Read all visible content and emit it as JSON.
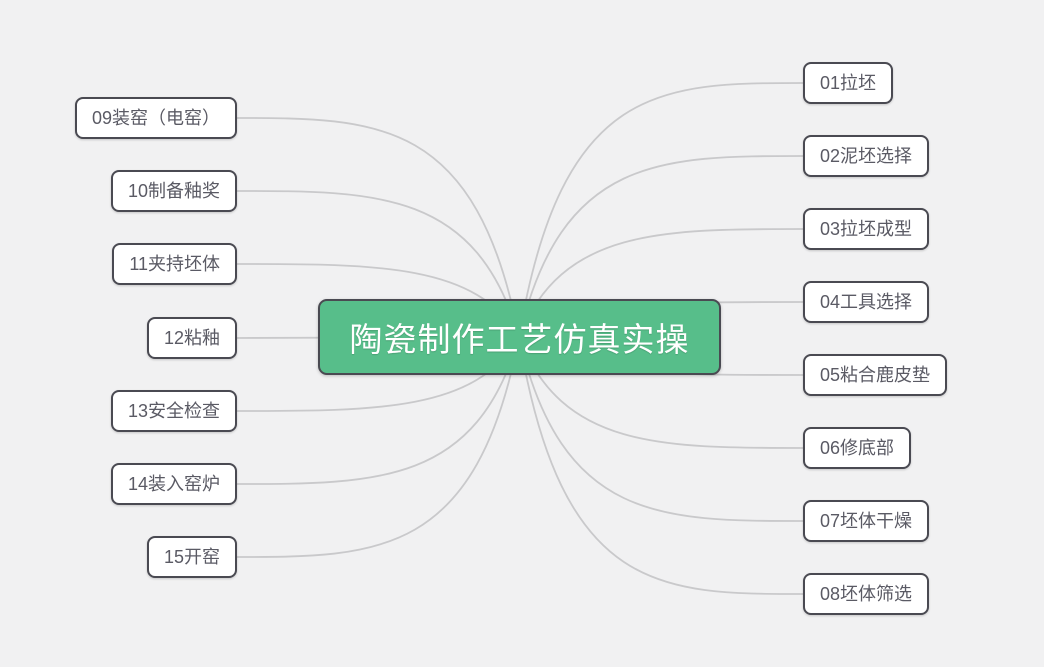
{
  "mindmap": {
    "central_topic": "陶瓷制作工艺仿真实操",
    "right_branches": [
      {
        "label": "01拉坯"
      },
      {
        "label": "02泥坯选择"
      },
      {
        "label": "03拉坯成型"
      },
      {
        "label": "04工具选择"
      },
      {
        "label": "05粘合鹿皮垫"
      },
      {
        "label": "06修底部"
      },
      {
        "label": "07坯体干燥"
      },
      {
        "label": "08坯体筛选"
      }
    ],
    "left_branches": [
      {
        "label": "09装窑（电窑）"
      },
      {
        "label": "10制备釉奖"
      },
      {
        "label": "11夹持坯体"
      },
      {
        "label": "12粘釉"
      },
      {
        "label": "13安全检查"
      },
      {
        "label": "14装入窑炉"
      },
      {
        "label": "15开窑"
      }
    ],
    "colors": {
      "background": "#f1f1f2",
      "central_fill": "#57be8a",
      "central_text": "#ffffff",
      "node_fill": "#ffffff",
      "node_border": "#4a4a52",
      "node_text": "#5a5a64",
      "connector": "#c9c9cb"
    }
  }
}
